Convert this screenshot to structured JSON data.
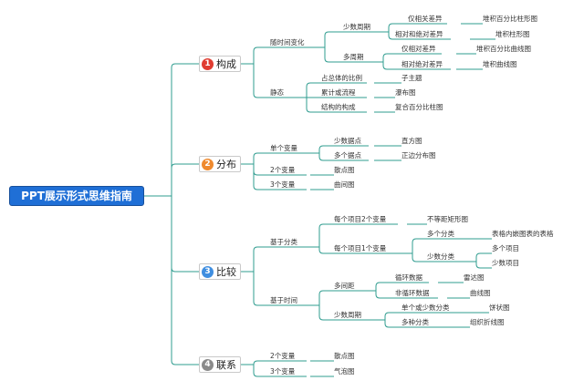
{
  "root": {
    "label": "PPT展示形式思维指南"
  },
  "categories": [
    {
      "num": "1",
      "label": "构成",
      "color": "#e03c31"
    },
    {
      "num": "2",
      "label": "分布",
      "color": "#ef8a2e"
    },
    {
      "num": "3",
      "label": "比较",
      "color": "#3f8ee0"
    },
    {
      "num": "4",
      "label": "联系",
      "color": "#8a8a8a"
    }
  ],
  "labels": {
    "c1_time": "随时间变化",
    "c1_time_few": "少数周期",
    "c1_few_rel": "仅相关差异",
    "c1_few_rel_res": "堆积百分比柱形图",
    "c1_few_abs": "相对和绝对差异",
    "c1_few_abs_res": "堆积柱形图",
    "c1_time_many": "多周期",
    "c1_many_rel": "仅相对差异",
    "c1_many_rel_res": "堆积百分比曲线图",
    "c1_many_abs": "相对绝对差异",
    "c1_many_abs_res": "堆积曲线图",
    "c1_static": "静态",
    "c1_ratio": "占总体的比例",
    "c1_ratio_res": "子主题",
    "c1_cumul": "累计或流程",
    "c1_cumul_res": "瀑布图",
    "c1_struct": "结构的构成",
    "c1_struct_res": "复合百分比柱图",
    "c2_single": "单个变量",
    "c2_few": "少数据点",
    "c2_few_res": "直方图",
    "c2_many": "多个据点",
    "c2_many_res": "正边分布图",
    "c2_two": "2个变量",
    "c2_two_res": "散点图",
    "c2_three": "3个变量",
    "c2_three_res": "曲间图",
    "c3_class": "基于分类",
    "c3_item2": "每个项目2个变量",
    "c3_item2_res": "不等距矩形图",
    "c3_item1": "每个项目1个变量",
    "c3_manycls": "多个分类",
    "c3_manycls_res": "表格内嵌图表的表格",
    "c3_fewcls": "少数分类",
    "c3_fewcls_many": "多个项目",
    "c3_fewcls_few": "少数项目",
    "c3_time": "基于时间",
    "c3_manyint": "多间距",
    "c3_cyc": "循环数据",
    "c3_cyc_res": "雷达图",
    "c3_noncyc": "非循环数据",
    "c3_noncyc_res": "曲线图",
    "c3_fewper": "少数周期",
    "c3_single": "单个或少数分类",
    "c3_single_res": "饼状图",
    "c3_multi": "多种分类",
    "c3_multi_res": "组织折线图",
    "c4_two": "2个变量",
    "c4_two_res": "散点图",
    "c4_three": "3个变量",
    "c4_three_res": "气泡图"
  },
  "colors": {
    "connector": "#2f9c8f",
    "root_fill": "#1f6fd6"
  }
}
